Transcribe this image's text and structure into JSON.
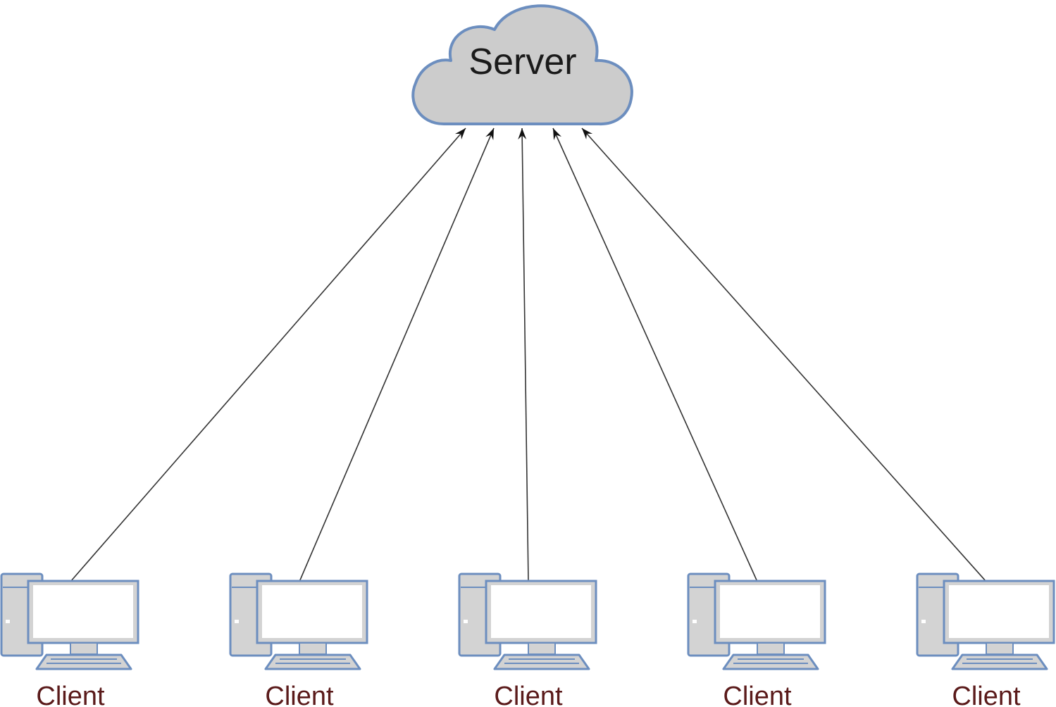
{
  "server": {
    "label": "Server"
  },
  "clients": [
    {
      "label": "Client"
    },
    {
      "label": "Client"
    },
    {
      "label": "Client"
    },
    {
      "label": "Client"
    },
    {
      "label": "Client"
    }
  ],
  "edges": [
    {
      "from": "client-1",
      "to": "server"
    },
    {
      "from": "client-2",
      "to": "server"
    },
    {
      "from": "client-3",
      "to": "server"
    },
    {
      "from": "client-4",
      "to": "server"
    },
    {
      "from": "client-5",
      "to": "server"
    }
  ],
  "colors": {
    "cloud_fill": "#cccccc",
    "node_outline": "#6c8ebf",
    "computer_fill": "#d3d3d3",
    "screen_fill": "#ffffff",
    "edge": "#333333",
    "client_label": "#5a1a1a"
  }
}
